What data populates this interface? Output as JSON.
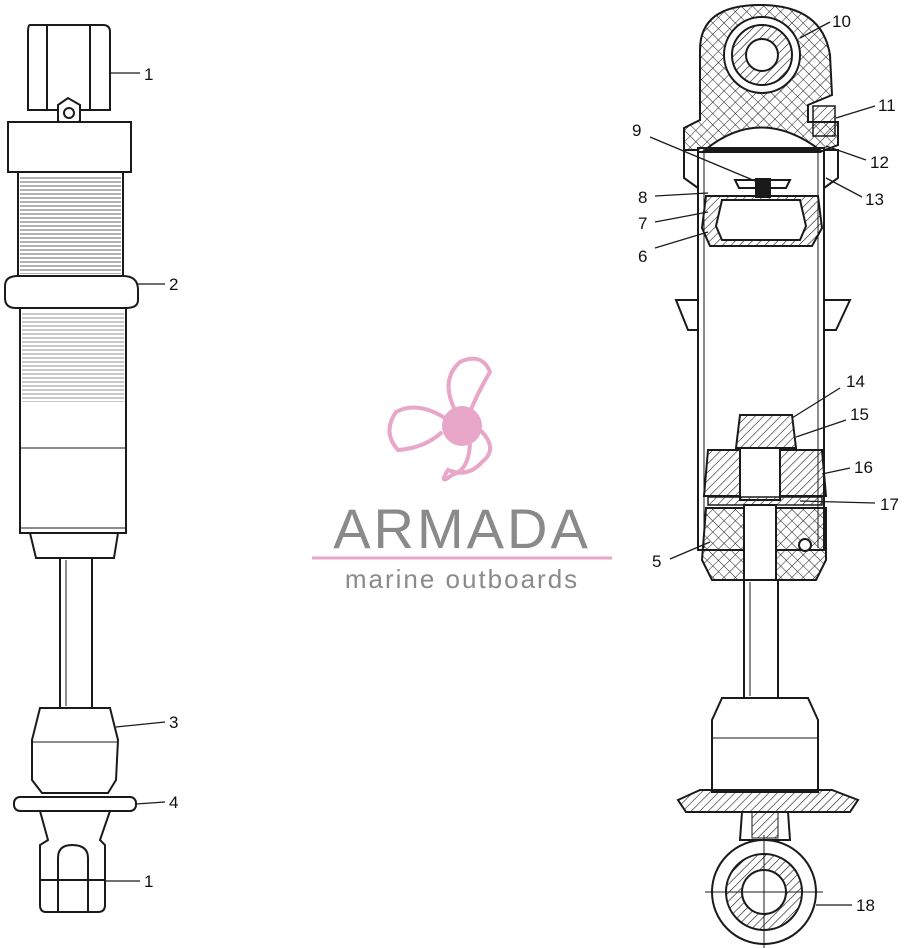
{
  "callouts_left": [
    "1",
    "2",
    "3",
    "4",
    "1"
  ],
  "callouts_right": [
    "10",
    "11",
    "9",
    "12",
    "8",
    "13",
    "7",
    "6",
    "14",
    "15",
    "16",
    "17",
    "5",
    "18"
  ],
  "watermark": {
    "brand": "ARMADA",
    "tagline": "marine outboards",
    "logo_color": "#e8a6c8",
    "brand_color": "#8a8a8a"
  },
  "icons": [
    "propeller-logo-icon"
  ]
}
